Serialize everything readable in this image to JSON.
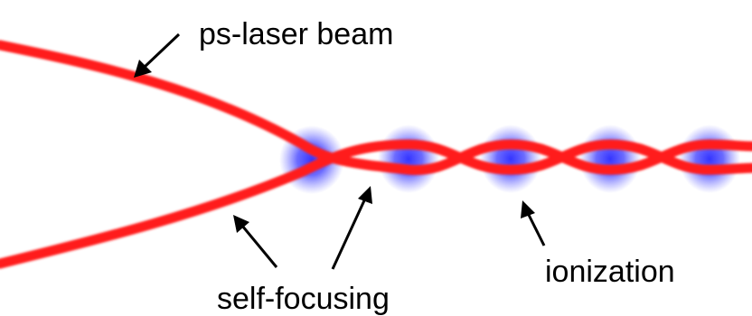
{
  "labels": {
    "beam": "ps-laser beam",
    "self_focusing": "self-focusing",
    "ionization": "ionization"
  },
  "colors": {
    "beam": "#ff1a1a",
    "ionization_glow": "#2a2aff",
    "arrow": "#000000",
    "text": "#000000",
    "background": "#ffffff"
  }
}
